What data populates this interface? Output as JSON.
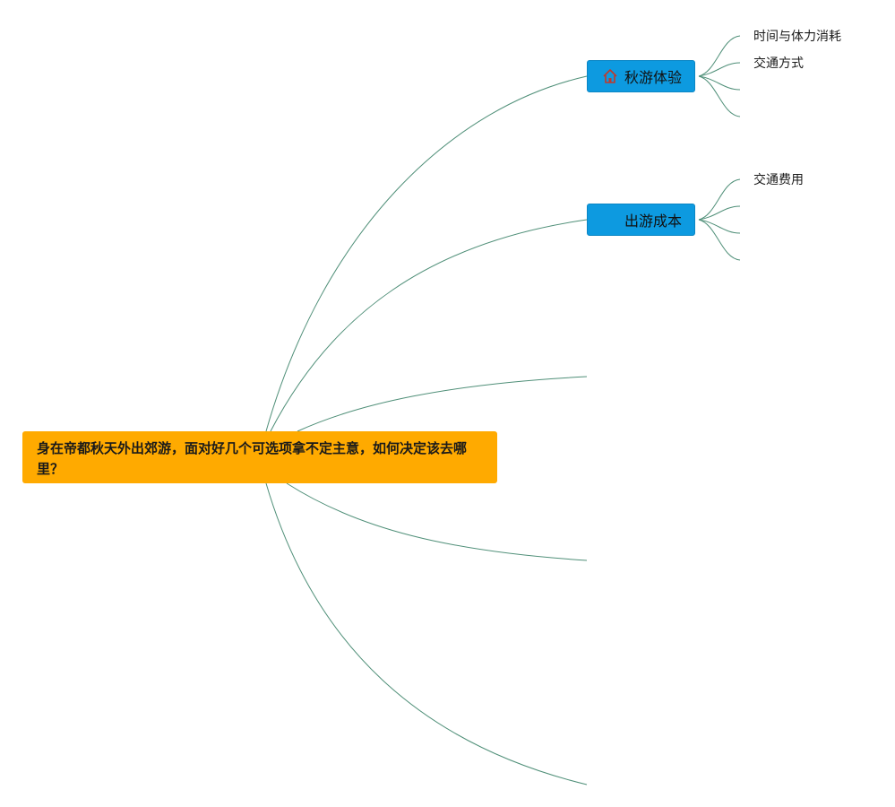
{
  "root": {
    "label": "身在帝都秋天外出郊游，面对好几个可选项拿不定主意，如何决定该去哪里？"
  },
  "branches": [
    {
      "label": "秋游体验",
      "icon": "home-icon",
      "children": [
        "时间与体力消耗",
        "交通方式",
        "",
        ""
      ]
    },
    {
      "label": "出游成本",
      "children": [
        "交通费用",
        "",
        "",
        ""
      ]
    }
  ],
  "colors": {
    "root_fill": "#FFAA00",
    "branch_fill": "#0D9AE0",
    "link_stroke": "#4f8f78",
    "icon_stroke": "#c0392b"
  }
}
